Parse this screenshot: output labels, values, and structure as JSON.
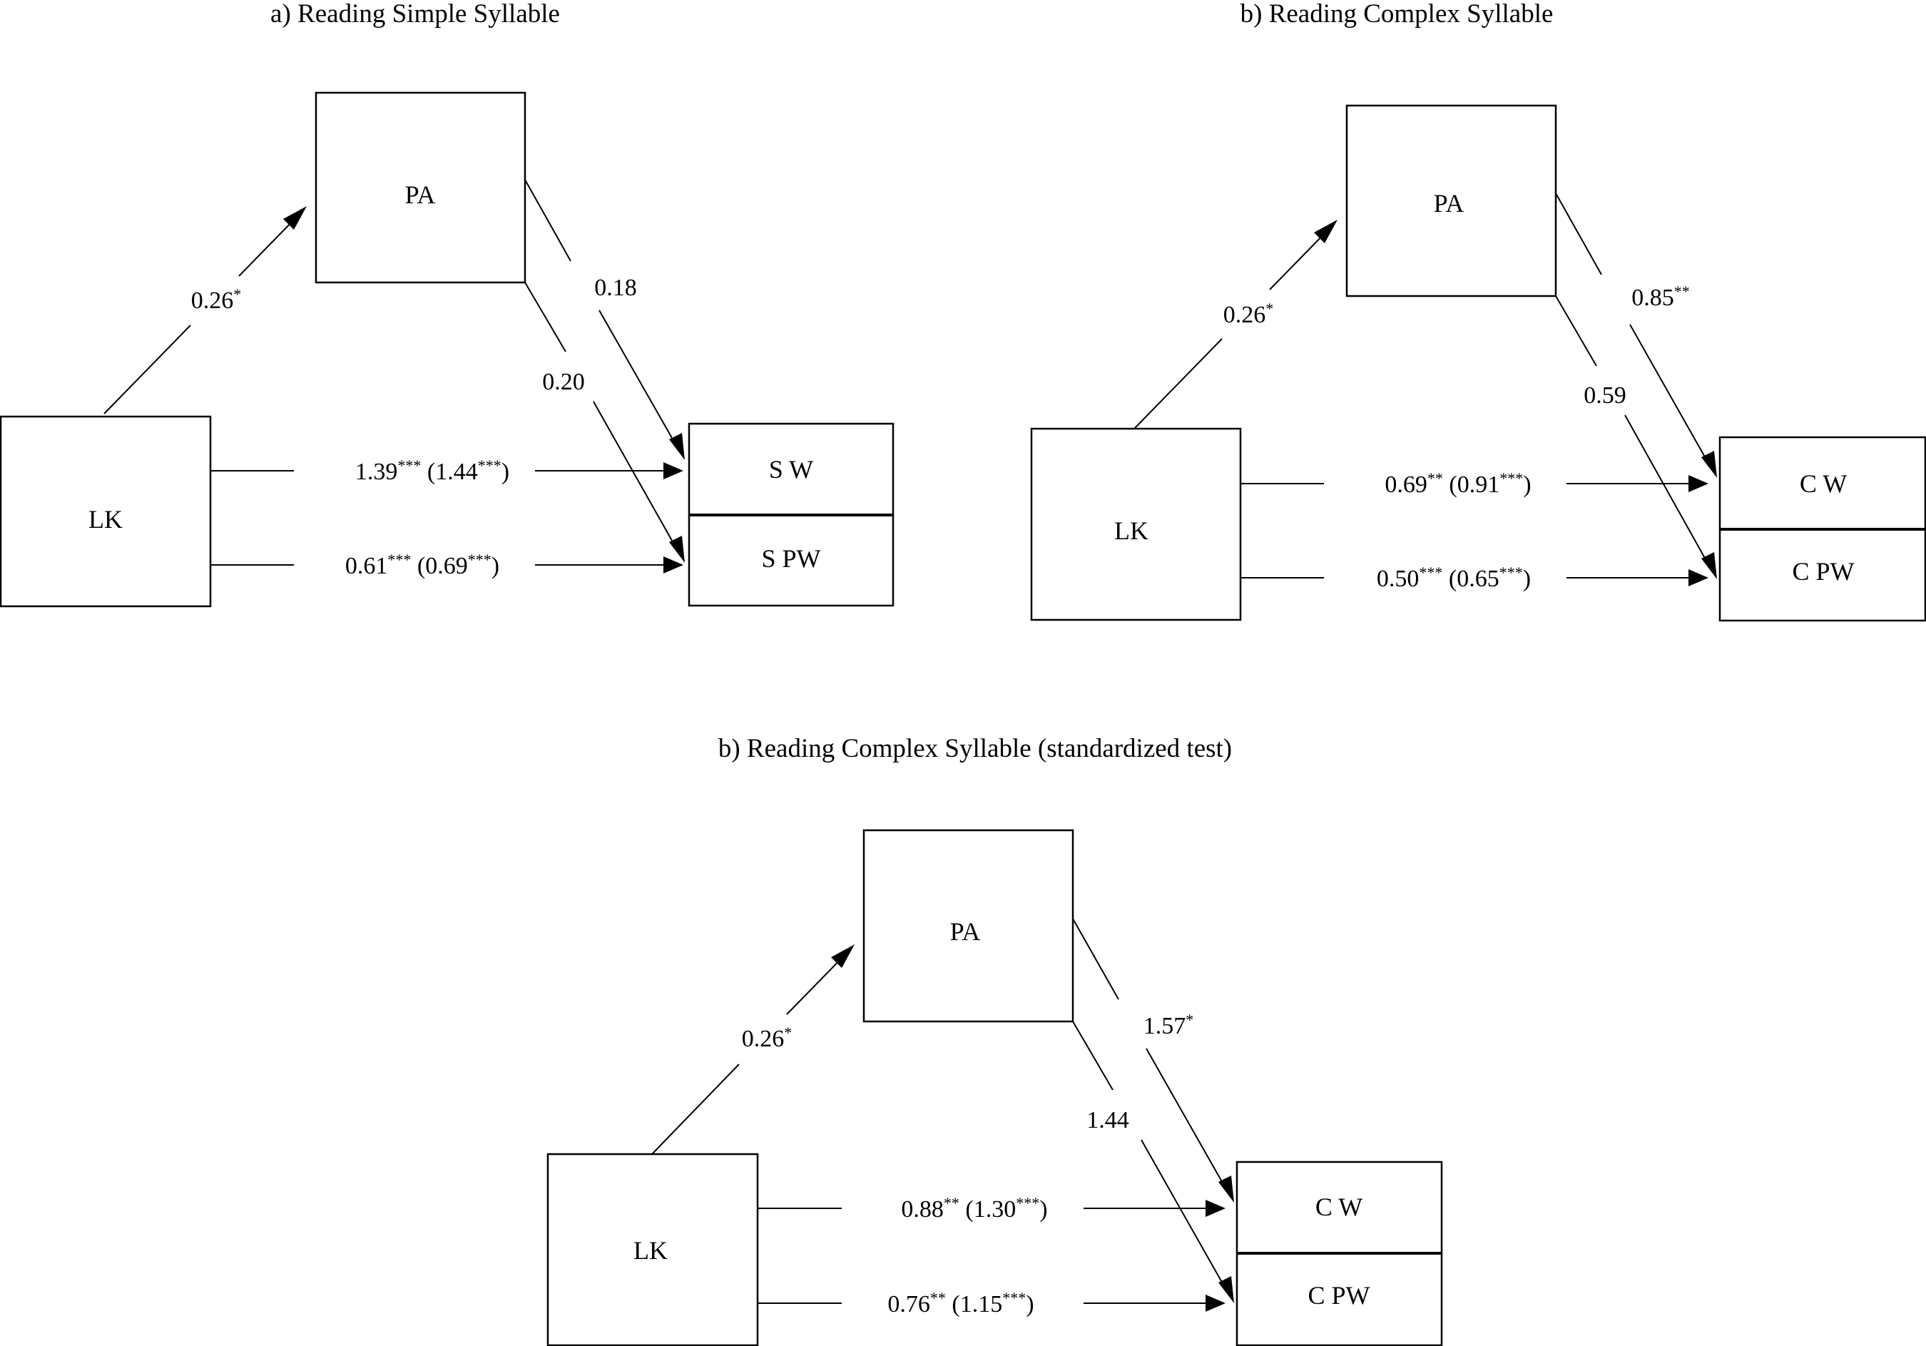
{
  "figure": {
    "panels": [
      {
        "id": "a",
        "title": "a) Reading Simple Syllable",
        "nodes": {
          "mediator": "PA",
          "predictor": "LK",
          "outcome_top": "S W",
          "outcome_bottom": "S PW"
        },
        "paths": {
          "lk_to_pa": {
            "value": "0.26",
            "stars": "*"
          },
          "pa_to_top": {
            "value": "0.18",
            "stars": ""
          },
          "pa_to_bottom": {
            "value": "0.20",
            "stars": ""
          },
          "lk_to_top": {
            "value": "1.39",
            "stars": "***",
            "total_value": "1.44",
            "total_stars": "***"
          },
          "lk_to_bottom": {
            "value": "0.61",
            "stars": "***",
            "total_value": "0.69",
            "total_stars": "***"
          }
        }
      },
      {
        "id": "b",
        "title": "b) Reading Complex Syllable",
        "nodes": {
          "mediator": "PA",
          "predictor": "LK",
          "outcome_top": "C W",
          "outcome_bottom": "C PW"
        },
        "paths": {
          "lk_to_pa": {
            "value": "0.26",
            "stars": "*"
          },
          "pa_to_top": {
            "value": "0.85",
            "stars": "**"
          },
          "pa_to_bottom": {
            "value": "0.59",
            "stars": ""
          },
          "lk_to_top": {
            "value": "0.69",
            "stars": "**",
            "total_value": "0.91",
            "total_stars": "***"
          },
          "lk_to_bottom": {
            "value": "0.50",
            "stars": "***",
            "total_value": "0.65",
            "total_stars": "***"
          }
        }
      },
      {
        "id": "c",
        "title": "b) Reading Complex Syllable (standardized test)",
        "nodes": {
          "mediator": "PA",
          "predictor": "LK",
          "outcome_top": "C W",
          "outcome_bottom": "C PW"
        },
        "paths": {
          "lk_to_pa": {
            "value": "0.26",
            "stars": "*"
          },
          "pa_to_top": {
            "value": "1.57",
            "stars": "*"
          },
          "pa_to_bottom": {
            "value": "1.44",
            "stars": ""
          },
          "lk_to_top": {
            "value": "0.88",
            "stars": "**",
            "total_value": "1.30",
            "total_stars": "***"
          },
          "lk_to_bottom": {
            "value": "0.76",
            "stars": "**",
            "total_value": "1.15",
            "total_stars": "***"
          }
        }
      }
    ]
  }
}
